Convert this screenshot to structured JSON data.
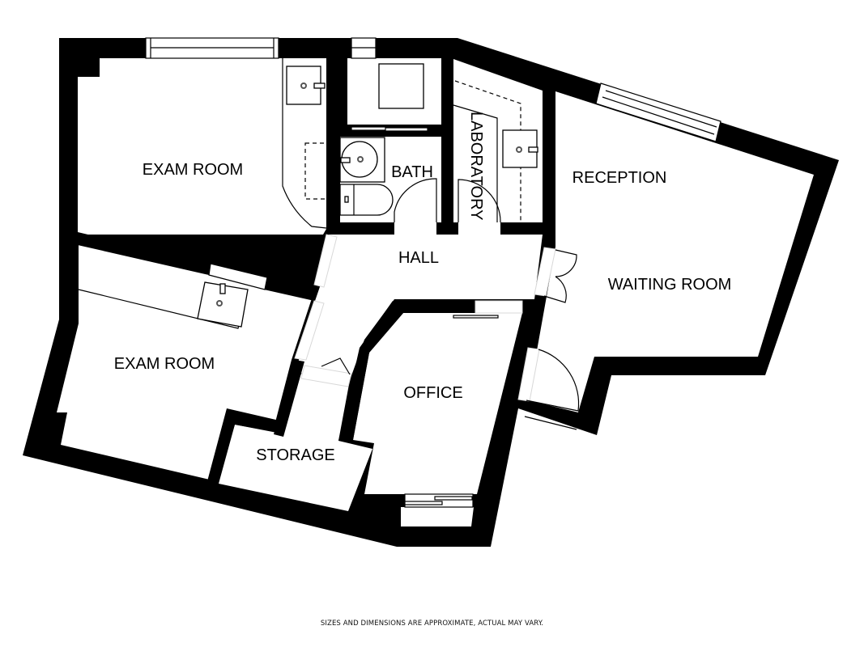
{
  "plan": {
    "type": "floor-plan",
    "colors": {
      "wall": "#000000",
      "floor": "#ffffff",
      "text": "#000000"
    },
    "rooms": [
      {
        "id": "exam-room-1",
        "label": "EXAM ROOM"
      },
      {
        "id": "exam-room-2",
        "label": "EXAM ROOM"
      },
      {
        "id": "bath",
        "label": "BATH"
      },
      {
        "id": "laboratory",
        "label": "LABORATORY"
      },
      {
        "id": "reception",
        "label": "RECEPTION"
      },
      {
        "id": "hall",
        "label": "HALL"
      },
      {
        "id": "waiting-room",
        "label": "WAITING ROOM"
      },
      {
        "id": "office",
        "label": "OFFICE"
      },
      {
        "id": "storage",
        "label": "STORAGE"
      }
    ],
    "fixtures": [
      "sink",
      "sink",
      "sink",
      "sink",
      "toilet",
      "shower",
      "counter",
      "cabinet"
    ],
    "disclaimer": "SIZES AND DIMENSIONS ARE APPROXIMATE, ACTUAL MAY VARY."
  }
}
